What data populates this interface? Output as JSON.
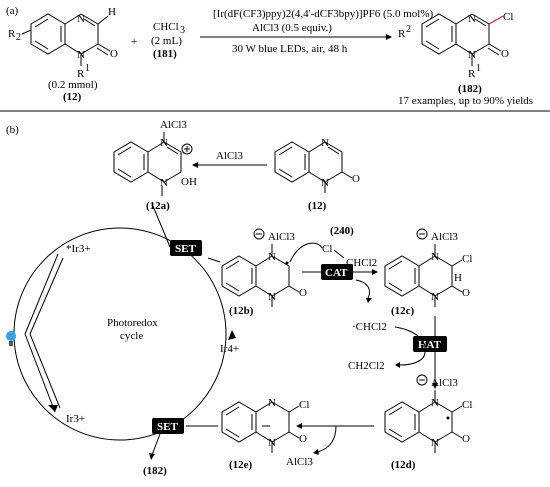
{
  "panel_a": {
    "label": "(a)",
    "reactant_r": "R",
    "reactant_sub": "2",
    "reactant_h": "H",
    "reactant_n_sub": "R",
    "reactant_n_sub_index": "1",
    "reactant_amount": "(0.2 mmol)",
    "reactant_id": "(12)",
    "plus": "+",
    "reagent_formula": "CHCl",
    "reagent_formula_sub": "3",
    "reagent_volume": "(2 mL)",
    "reagent_id": "(181)",
    "catalyst_line": "[Ir(dF(CF3)ppy)2(4,4'-dCF3bpy)]PF6 (5.0 mol%)",
    "additive_line": "AlCl3 (0.5 equiv.)",
    "conditions_line": "30 W blue LEDs, air, 48 h",
    "product_r": "R",
    "product_r_sup": "2",
    "product_cl": "Cl",
    "product_n_sub": "R",
    "product_n_sub_index": "1",
    "product_id": "(182)",
    "product_scope": "17 examples, up to 90% yields"
  },
  "panel_b": {
    "label": "(b)",
    "alcl3_top": "AlCl3",
    "id_12a": "(12a)",
    "id_12": "(12)",
    "id_12b": "(12b)",
    "id_12c": "(12c)",
    "id_12d": "(12d)",
    "id_12e": "(12e)",
    "id_182": "(182)",
    "id_240": "(240)",
    "set_label_top": "SET",
    "set_label_bottom": "SET",
    "cat_label": "CAT",
    "hat_label": "HAT",
    "ir_excited": "*Ir3+",
    "ir4": "Ir4+",
    "ir3": "Ir3+",
    "cycle_line1": "Photoredox",
    "cycle_line2": "cycle",
    "chcl2_radical": "·CHCl2",
    "ch2cl2": "CH2Cl2",
    "alcl3_release": "AlCl3",
    "ring_alcl3": "AlCl3",
    "cl": "Cl",
    "chcl2": "CHCl2",
    "oh": "OH",
    "h": "H"
  },
  "colors": {
    "cl_bond": "#d62728",
    "led": "#3aa0e6",
    "box": "#000000"
  }
}
